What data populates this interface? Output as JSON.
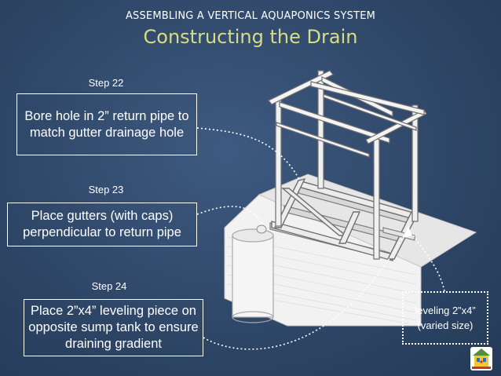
{
  "header": {
    "supertitle": "ASSEMBLING A VERTICAL AQUAPONICS SYSTEM",
    "title": "Constructing the Drain"
  },
  "steps": [
    {
      "label": "Step 22",
      "text": "Bore hole in 2” return pipe to match gutter drainage hole"
    },
    {
      "label": "Step 23",
      "text": "Place gutters (with caps) perpendicular to return pipe"
    },
    {
      "label": "Step 24",
      "text": "Place 2”x4” leveling piece on opposite sump tank to ensure draining gradient"
    }
  ],
  "note": {
    "text": "leveling 2”x4” (varied size)"
  },
  "colors": {
    "background": "#2f4768",
    "title": "#d7dd84",
    "text": "#ffffff"
  }
}
